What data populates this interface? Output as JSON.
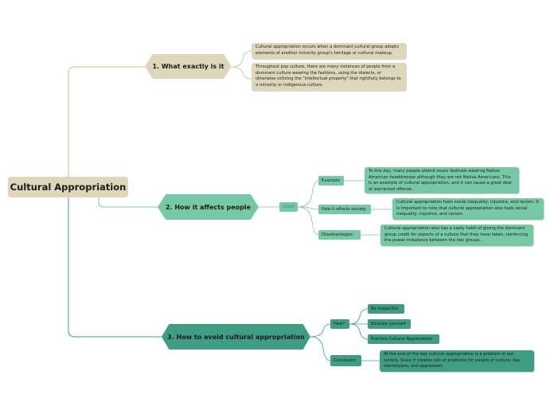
{
  "root": {
    "label": "Cultural Appropriation"
  },
  "branches": [
    {
      "label": "1. What exactly is it",
      "notes": [
        "Cultural appropriation occurs when a dominant cultural group adopts elements of another minority group's heritage or cultural makeup.",
        "Throughout pop culture, there are many instances of people from a dominant culture wearing the fashions, using the dialects, or otherwise utilizing the \"intellectual property\" that rightfully belongs to a minority or indigenous culture."
      ]
    },
    {
      "label": "2. How it affects people",
      "sub_label": "ESSAY",
      "children": [
        {
          "label": "Example:",
          "note": "To this day, many people attend music festivals wearing Native American headdresses although they are not Native Americans. This is an example of cultural appropriation, and it can cause a great deal of warranted offense."
        },
        {
          "label": "How it affects society",
          "note": "Cultural appropriation fuels social inequality, injustice, and racism. It is important to note that cultural appropriation also fuels social inequality, injustice, and racism."
        },
        {
          "label": "Disadvantages:",
          "note": "Cultural appropriation also has a nasty habit of giving the dominant group credit for aspects of a culture that they have taken, reinforcing the power imbalance between the two groups."
        }
      ]
    },
    {
      "label": "3. How to avoid cultural appropriation",
      "children": [
        {
          "label": "How?",
          "items": [
            "Be respectful",
            "Educate yourself",
            "Practice Cultural Appreciation"
          ]
        },
        {
          "label": "Conclusion",
          "note": "At the end of the day cultural appropriation is a problem in our society. Since it creates lots of problems for people of culture, like stereotypes, and oppression."
        }
      ]
    }
  ],
  "colors": {
    "beige": "#ddd6bb",
    "light_green": "#76c8a6",
    "dark_green": "#3f9d84",
    "line_beige": "#c9bf99"
  }
}
